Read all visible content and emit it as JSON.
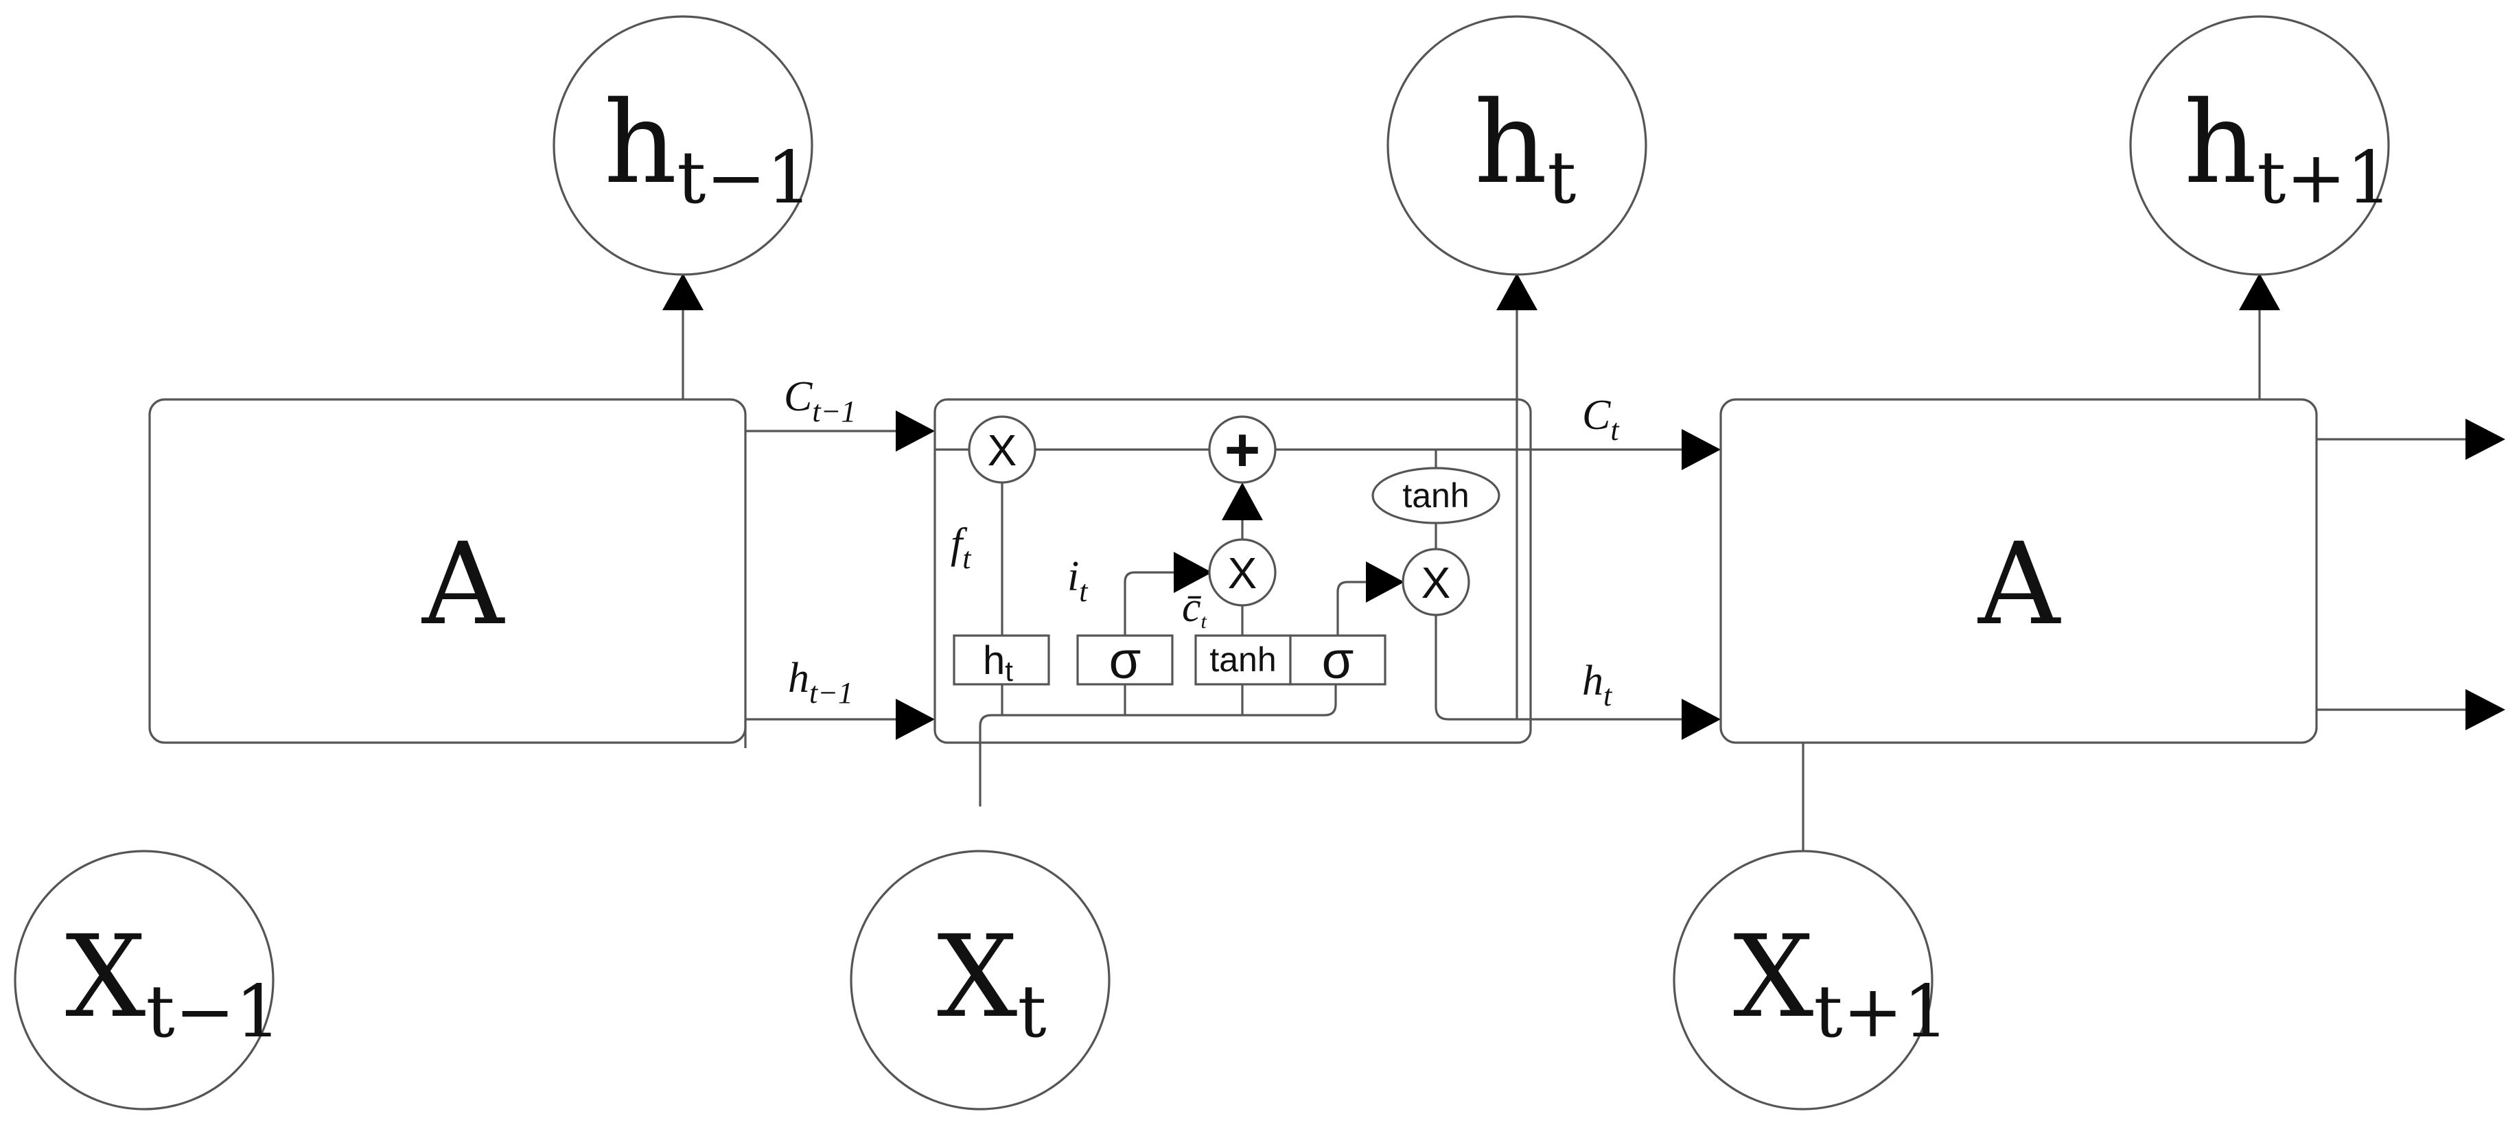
{
  "cells": {
    "left_label": "A",
    "right_label": "A"
  },
  "inputs": [
    {
      "base": "X",
      "sub": "t−1"
    },
    {
      "base": "X",
      "sub": "t"
    },
    {
      "base": "X",
      "sub": "t+1"
    }
  ],
  "outputs": [
    {
      "base": "h",
      "sub": "t−1"
    },
    {
      "base": "h",
      "sub": "t"
    },
    {
      "base": "h",
      "sub": "t+1"
    }
  ],
  "edges": {
    "cell_state_in": {
      "base": "C",
      "sub": "t−1"
    },
    "hidden_in": {
      "base": "h",
      "sub": "t−1"
    },
    "cell_state_out": {
      "base": "C",
      "sub": "t"
    },
    "hidden_out": {
      "base": "h",
      "sub": "t"
    }
  },
  "gates": {
    "forget_label": {
      "base": "f",
      "sub": "t"
    },
    "input_label": {
      "base": "i",
      "sub": "t"
    },
    "candidate_label": {
      "base": "c̄",
      "sub": "t"
    },
    "multiply_symbol": "X",
    "add_symbol": "+",
    "tanh_label": "tanh",
    "sigma_symbol": "σ",
    "forget_box": {
      "base": "h",
      "sub": "t"
    }
  }
}
